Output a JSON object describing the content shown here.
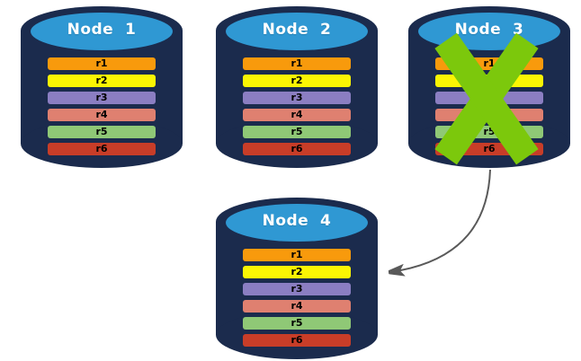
{
  "colors": {
    "background": "#FFFFFF",
    "cylinder_body": "#1B2B4D",
    "cylinder_top": "#2F98D3",
    "node_title_text": "#FFFFFF",
    "row_text": "#000000",
    "failure_x": "#7CC80C",
    "arrow": "#595959"
  },
  "icons": {
    "failure": "green-x-cross-icon",
    "arrow": "curved-arrow-left-icon"
  },
  "nodes": [
    {
      "title": "Node  1",
      "rows": [
        {
          "label": "r1",
          "color": "#F89A0C"
        },
        {
          "label": "r2",
          "color": "#FBF503"
        },
        {
          "label": "r3",
          "color": "#8B7EC2"
        },
        {
          "label": "r4",
          "color": "#DF8070"
        },
        {
          "label": "r5",
          "color": "#8FC876"
        },
        {
          "label": "r6",
          "color": "#C83D28"
        }
      ]
    },
    {
      "title": "Node  2",
      "rows": [
        {
          "label": "r1",
          "color": "#F89A0C"
        },
        {
          "label": "r2",
          "color": "#FBF503"
        },
        {
          "label": "r3",
          "color": "#8B7EC2"
        },
        {
          "label": "r4",
          "color": "#DF8070"
        },
        {
          "label": "r5",
          "color": "#8FC876"
        },
        {
          "label": "r6",
          "color": "#C83D28"
        }
      ]
    },
    {
      "title": "Node  3",
      "failed": true,
      "rows": [
        {
          "label": "r1",
          "color": "#F89A0C"
        },
        {
          "label": "r2",
          "color": "#FBF503"
        },
        {
          "label": "r3",
          "color": "#8B7EC2"
        },
        {
          "label": "r4",
          "color": "#DF8070"
        },
        {
          "label": "r5",
          "color": "#8FC876"
        },
        {
          "label": "r6",
          "color": "#C83D28"
        }
      ]
    },
    {
      "title": "Node  4",
      "rows": [
        {
          "label": "r1",
          "color": "#F89A0C"
        },
        {
          "label": "r2",
          "color": "#FBF503"
        },
        {
          "label": "r3",
          "color": "#8B7EC2"
        },
        {
          "label": "r4",
          "color": "#DF8070"
        },
        {
          "label": "r5",
          "color": "#8FC876"
        },
        {
          "label": "r6",
          "color": "#C83D28"
        }
      ]
    }
  ]
}
